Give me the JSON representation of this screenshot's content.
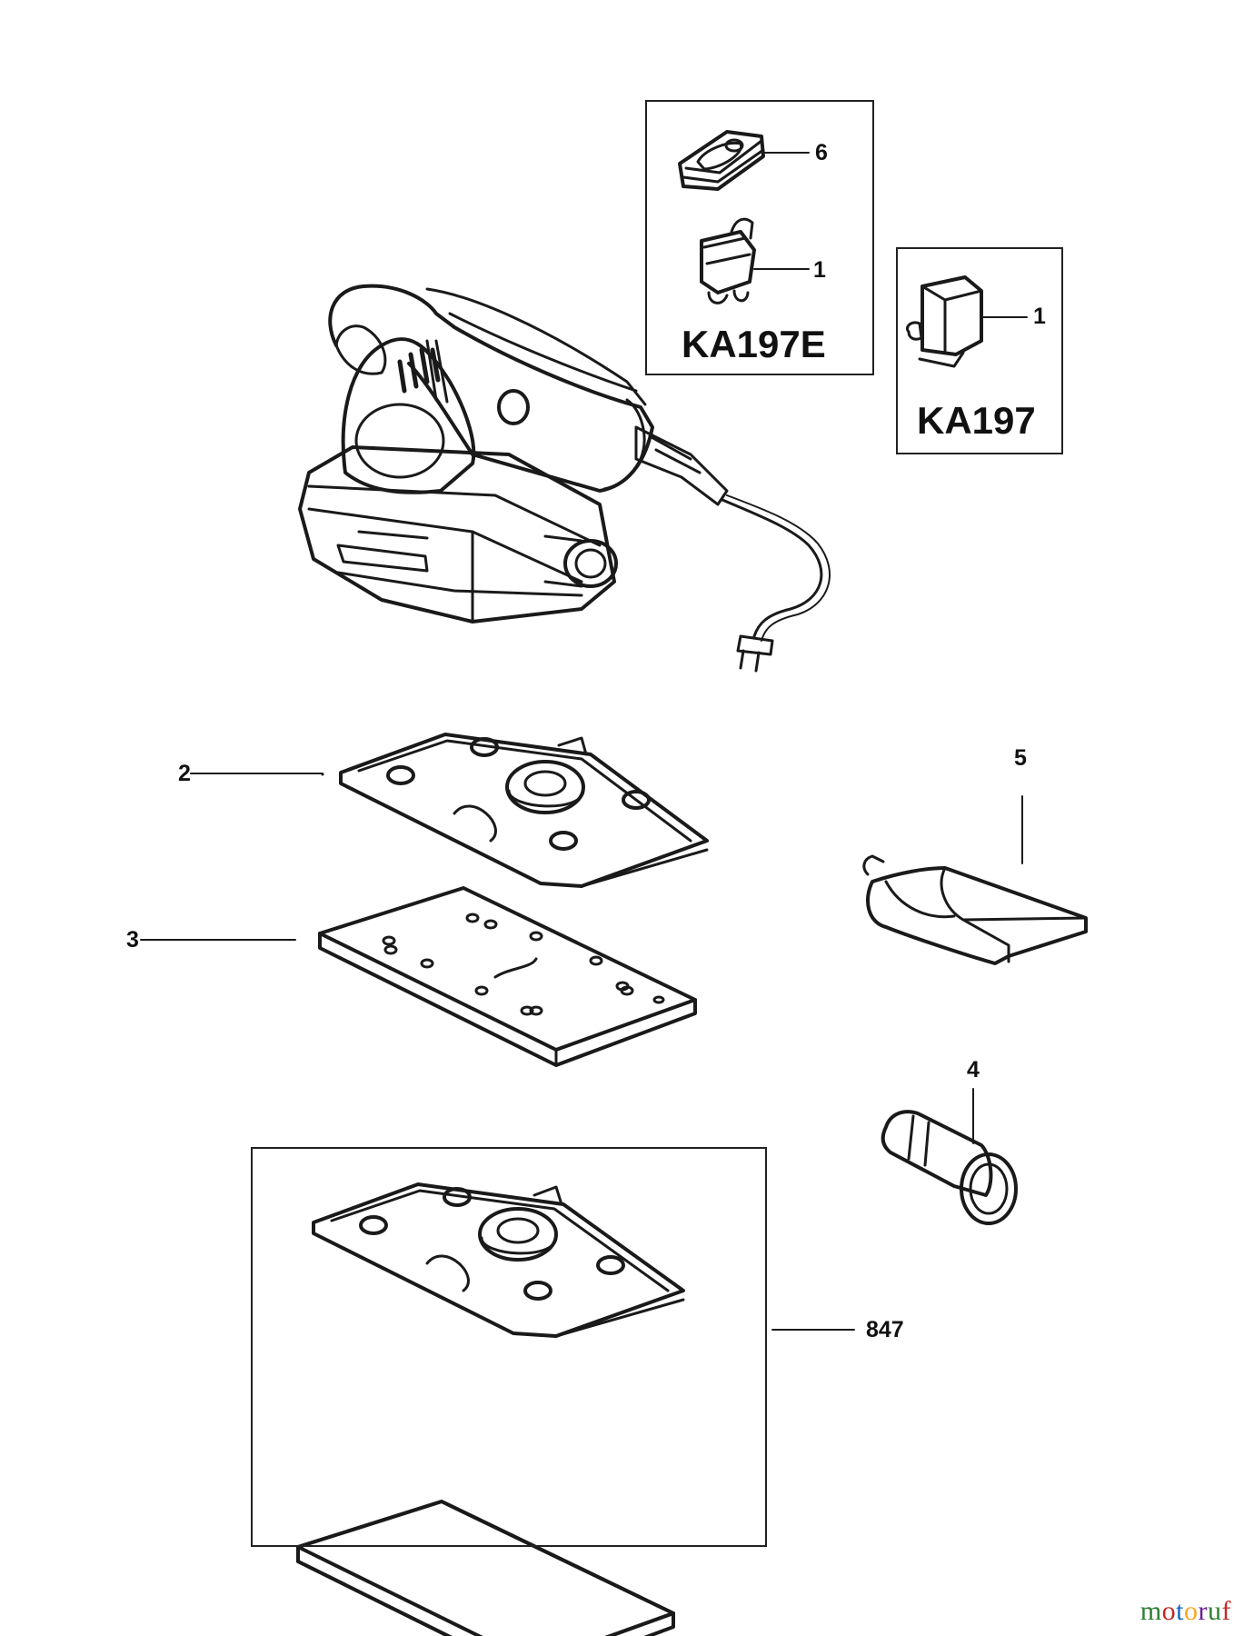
{
  "parts": {
    "p6": "6",
    "p1_ka197e": "1",
    "p1_ka197": "1",
    "p2": "2",
    "p3": "3",
    "p5": "5",
    "p4": "4",
    "p847": "847"
  },
  "models": {
    "ka197e": "KA197E",
    "ka197": "KA197"
  },
  "watermark": {
    "text": "motoruf",
    "colors": [
      "#2e7d32",
      "#c62828",
      "#1565c0",
      "#f9a825",
      "#6a1b9a",
      "#2e7d32",
      "#c62828"
    ]
  }
}
